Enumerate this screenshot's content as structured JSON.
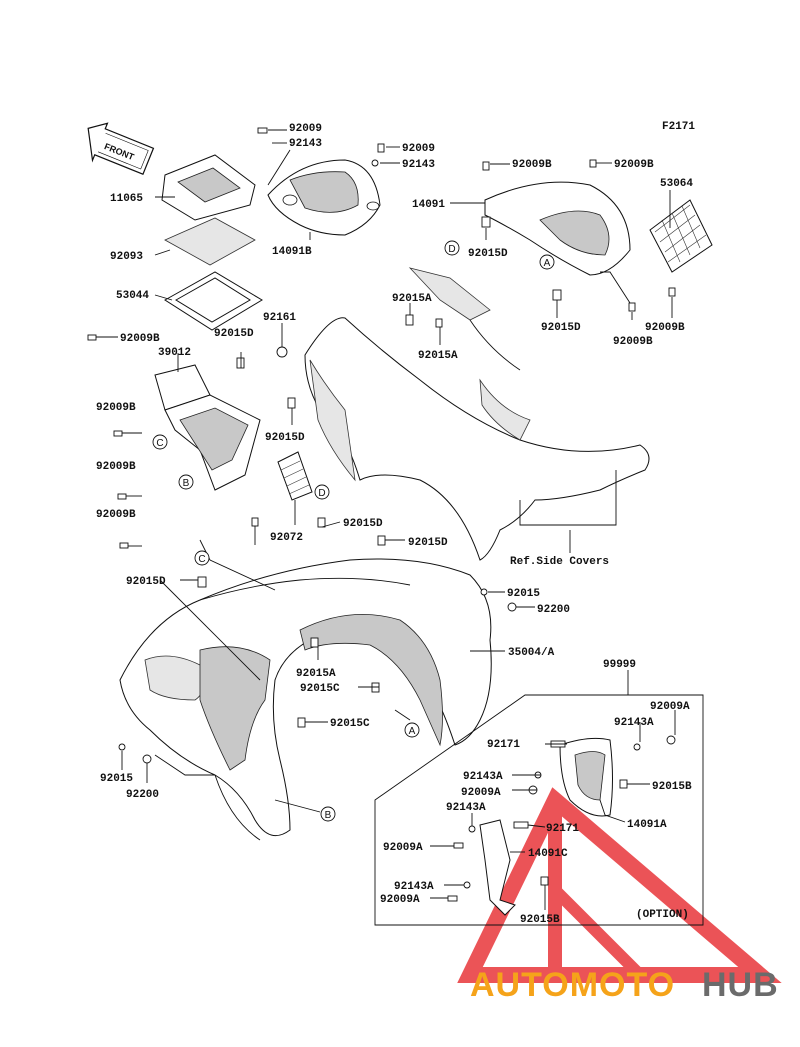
{
  "figure_code": "F2171",
  "front_label": "FRONT",
  "ref_note": "Ref.Side Covers",
  "option_label": "(OPTION)",
  "callouts": {
    "A": "A",
    "B": "B",
    "C": "C",
    "D": "D"
  },
  "parts": [
    {
      "no": "92009"
    },
    {
      "no": "92143"
    },
    {
      "no": "92009"
    },
    {
      "no": "92143"
    },
    {
      "no": "92009B"
    },
    {
      "no": "92009B"
    },
    {
      "no": "11065"
    },
    {
      "no": "14091B"
    },
    {
      "no": "14091"
    },
    {
      "no": "53064"
    },
    {
      "no": "92093"
    },
    {
      "no": "92015D"
    },
    {
      "no": "53044"
    },
    {
      "no": "92015A"
    },
    {
      "no": "92015D"
    },
    {
      "no": "92009B"
    },
    {
      "no": "92161"
    },
    {
      "no": "92009B"
    },
    {
      "no": "92015D"
    },
    {
      "no": "92015A"
    },
    {
      "no": "39012"
    },
    {
      "no": "92009B"
    },
    {
      "no": "92015D"
    },
    {
      "no": "92009B"
    },
    {
      "no": "92009B"
    },
    {
      "no": "92072"
    },
    {
      "no": "92015D"
    },
    {
      "no": "92009B"
    },
    {
      "no": "92015D"
    },
    {
      "no": "92015D"
    },
    {
      "no": "92015"
    },
    {
      "no": "92200"
    },
    {
      "no": "35004/A"
    },
    {
      "no": "92015A"
    },
    {
      "no": "92015C"
    },
    {
      "no": "92015C"
    },
    {
      "no": "99999"
    },
    {
      "no": "92009A"
    },
    {
      "no": "92143A"
    },
    {
      "no": "92171"
    },
    {
      "no": "92143A"
    },
    {
      "no": "92015B"
    },
    {
      "no": "92009A"
    },
    {
      "no": "92143A"
    },
    {
      "no": "14091A"
    },
    {
      "no": "92171"
    },
    {
      "no": "92009A"
    },
    {
      "no": "14091C"
    },
    {
      "no": "92143A"
    },
    {
      "no": "92009A"
    },
    {
      "no": "92015B"
    },
    {
      "no": "92015"
    },
    {
      "no": "92200"
    }
  ],
  "watermark": {
    "part1": "AUTOMOTO",
    "part2": "HUB",
    "color1": "#f5a31a",
    "color2": "#6b6b6b",
    "logo_color": "#e8363a"
  }
}
